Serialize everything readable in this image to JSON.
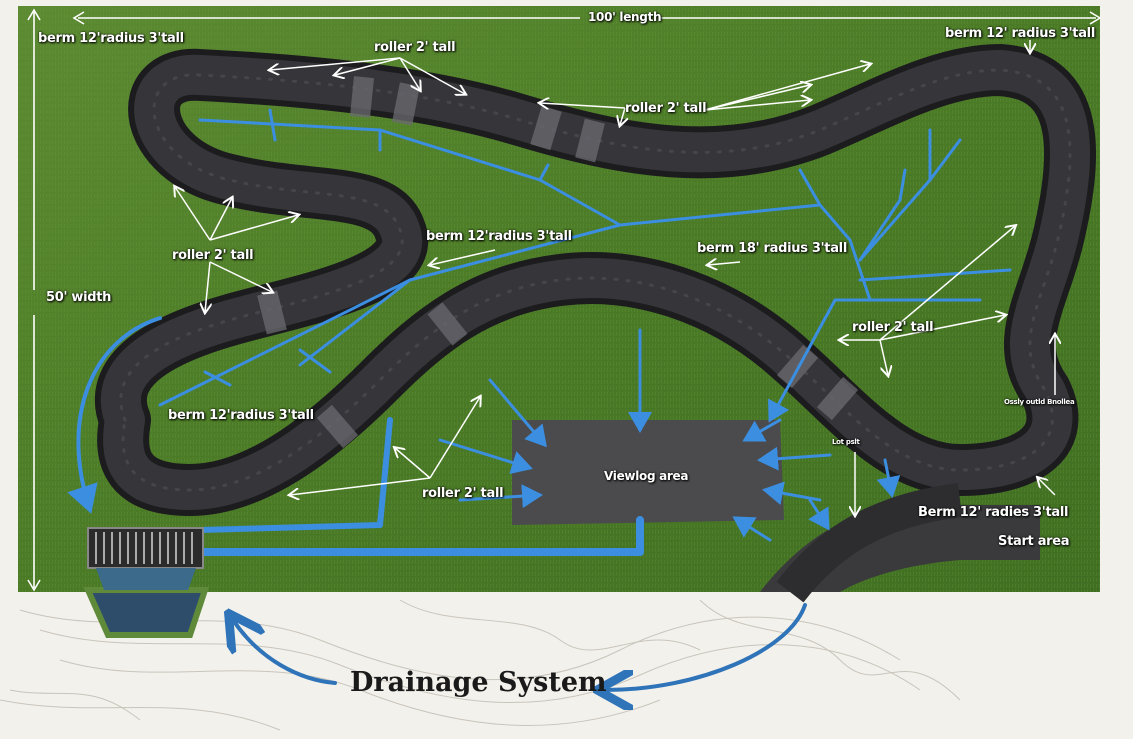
{
  "dimensions": {
    "length": "100' length",
    "width": "50' width"
  },
  "labels": {
    "berm_top_left": "berm 12'radius 3'tall",
    "roller_top": "roller 2' tall",
    "roller_top_mid": "roller 2' tall",
    "berm_top_right": "berm 12' radius 3'tall",
    "berm_center": "berm 12'radius 3'tall",
    "berm_18": "berm 18' radius 3'tall",
    "roller_left": "roller 2' tall",
    "roller_right": "roller 2' tall",
    "berm_bottom_left": "berm 12'radius 3'tall",
    "roller_bottom": "roller 2' tall",
    "viewing_area": "Viewlog area",
    "berm_bottom_right": "Berm 12' radies 3'tall",
    "start_area": "Start area",
    "right_small": "Ossly outld Bnollea",
    "lot_path": "Lot pslt"
  },
  "caption": "Drainage System",
  "colors": {
    "grass": "#4f7a2a",
    "track": "#2c2c2e",
    "drain": "#3b8ee0",
    "label": "#ffffff",
    "paper": "#f3f1ec"
  },
  "icons": [
    "drain-grate-icon",
    "drainage-pond-icon",
    "dimension-arrow-icon"
  ]
}
